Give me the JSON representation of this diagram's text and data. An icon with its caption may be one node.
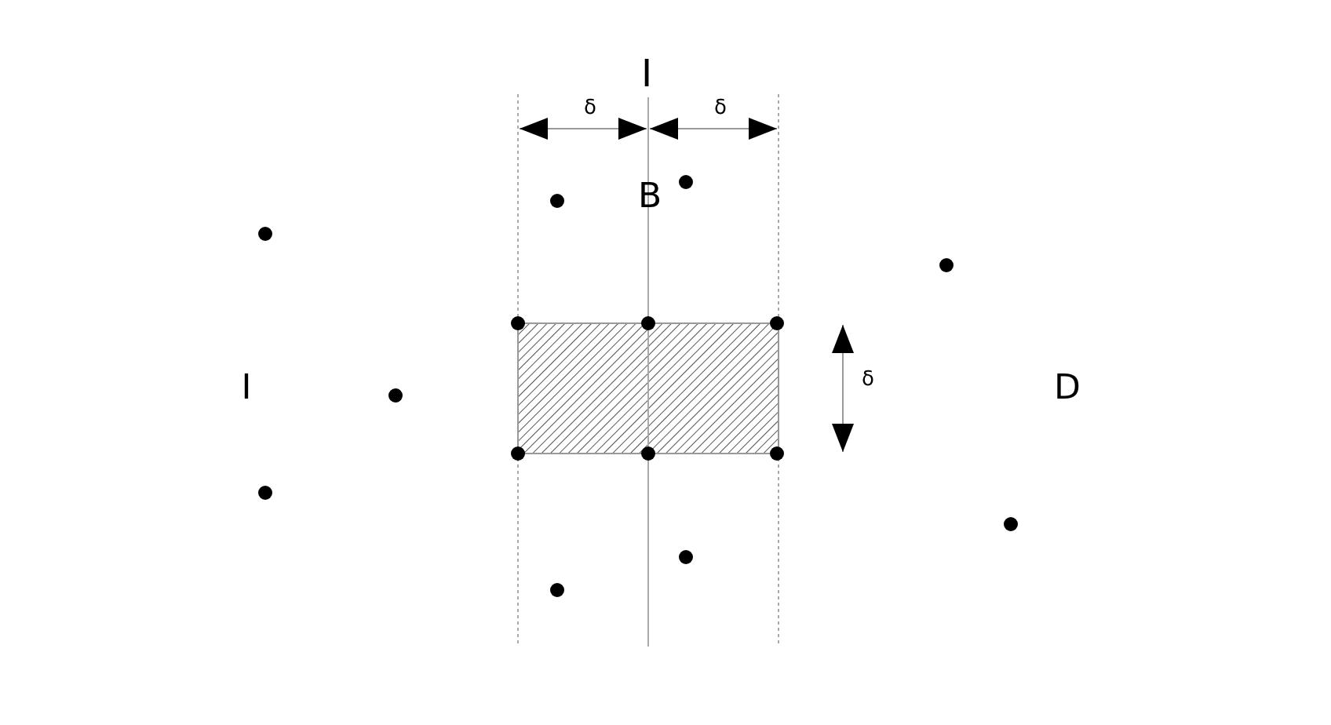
{
  "diagram": {
    "labels": [
      "I",
      "δ",
      "δ",
      "B",
      "I",
      "δ",
      "D"
    ]
  }
}
